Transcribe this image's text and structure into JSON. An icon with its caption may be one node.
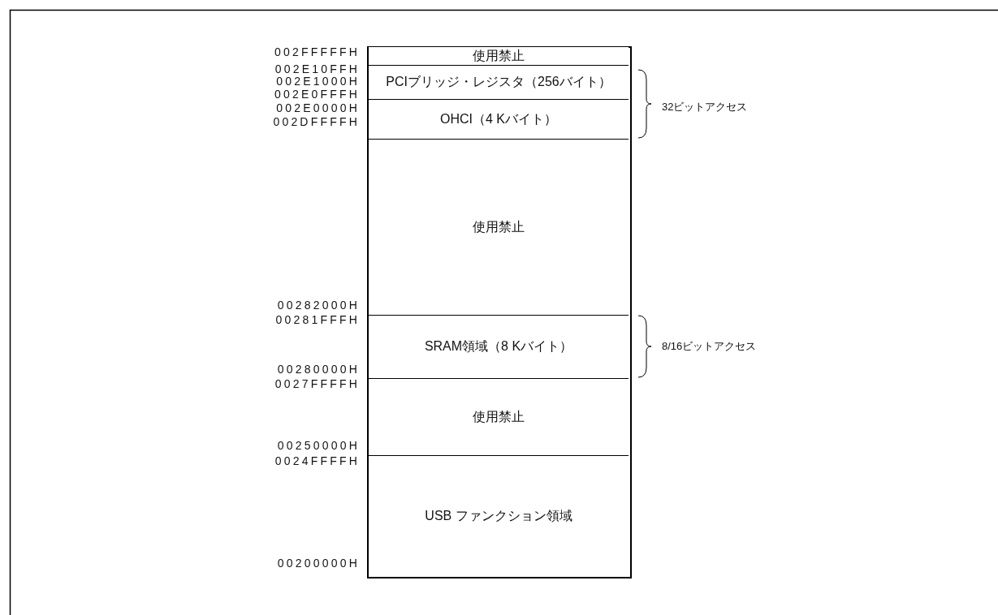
{
  "diagram": {
    "nodes": [
      {
        "text": [
          "使用禁止"
        ]
      },
      {
        "text": [
          "PCIブリッジ・レジスタ（256バイト）"
        ]
      },
      {
        "text": [
          "OHCI（4 Kバイト）"
        ]
      },
      {
        "text": [
          "使用禁止"
        ]
      },
      {
        "text": [
          "SRAM領域（8 Kバイト）"
        ]
      },
      {
        "text": [
          "使用禁止"
        ]
      },
      {
        "text": [
          "USB ファンクション領域"
        ]
      }
    ],
    "labels": [
      "002FFFFFH",
      "002E10FFH",
      "002E1000H",
      "002E0FFFH",
      "002E0000H",
      "002DFFFFH",
      "00282000H",
      "00281FFFH",
      "00280000H",
      "0027FFFFH",
      "00250000H",
      "0024FFFFH",
      "00200000H",
      "32ビットアクセス",
      "8/16ビットアクセス"
    ]
  }
}
